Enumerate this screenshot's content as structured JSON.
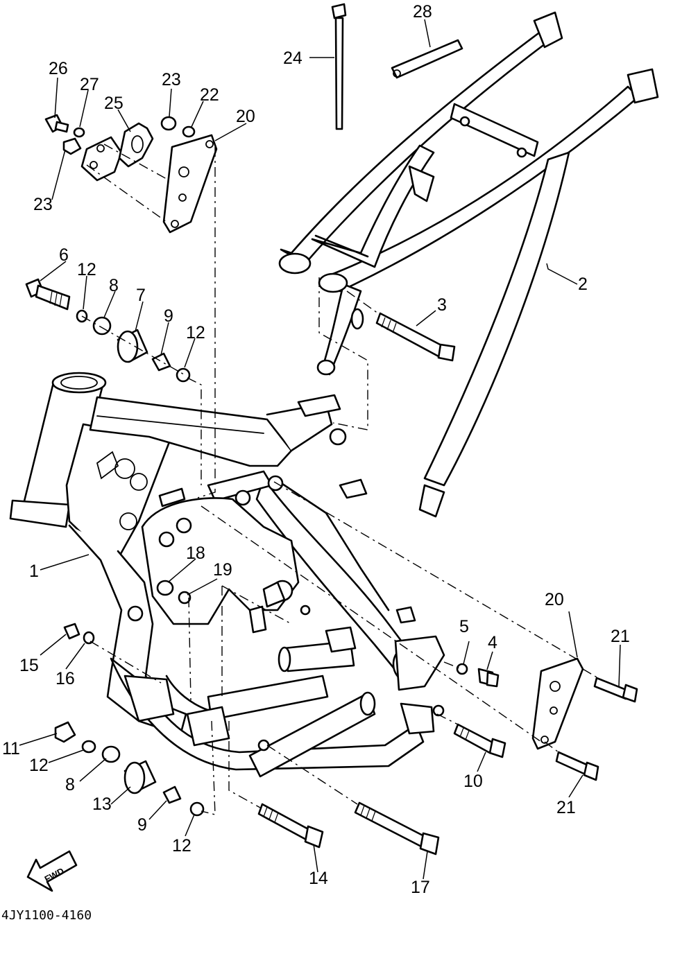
{
  "diagram_code": "4JY1100-4160",
  "fwd_label": "FWD",
  "callouts": {
    "c1": "1",
    "c2": "2",
    "c3": "3",
    "c4": "4",
    "c5": "5",
    "c6": "6",
    "c7": "7",
    "c8a": "8",
    "c8b": "8",
    "c9a": "9",
    "c9b": "9",
    "c10": "10",
    "c11": "11",
    "c12a": "12",
    "c12b": "12",
    "c12c": "12",
    "c12d": "12",
    "c13": "13",
    "c14": "14",
    "c15": "15",
    "c16": "16",
    "c17": "17",
    "c18": "18",
    "c19": "19",
    "c20a": "20",
    "c20b": "20",
    "c21a": "21",
    "c21b": "21",
    "c22": "22",
    "c23a": "23",
    "c23b": "23",
    "c24": "24",
    "c25": "25",
    "c26": "26",
    "c27": "27",
    "c28": "28"
  }
}
